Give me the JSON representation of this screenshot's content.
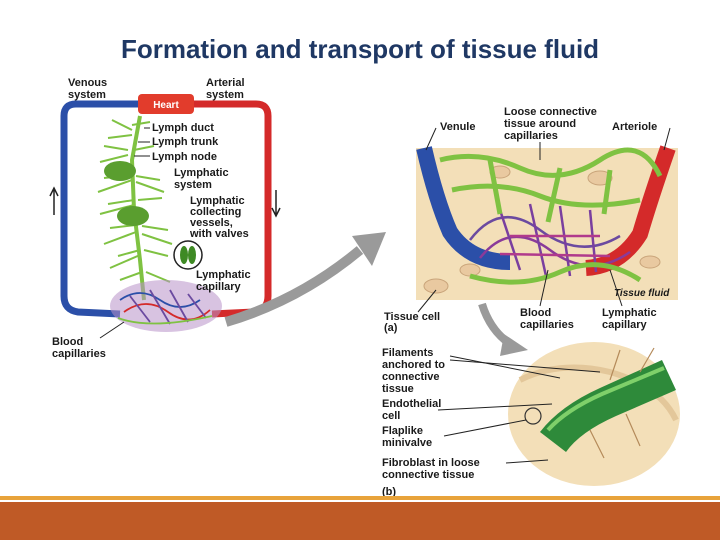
{
  "title": "Formation and transport of tissue fluid",
  "labels": {
    "venous_system": [
      "Venous",
      "system"
    ],
    "arterial_system": [
      "Arterial",
      "system"
    ],
    "heart": "Heart",
    "lymph_duct": "Lymph duct",
    "lymph_trunk": "Lymph trunk",
    "lymph_node": "Lymph node",
    "lymphatic_system": [
      "Lymphatic",
      "system"
    ],
    "lymphatic_collecting": [
      "Lymphatic",
      "collecting",
      "vessels,",
      "with valves"
    ],
    "lymphatic_capillary_left": [
      "Lymphatic",
      "capillary"
    ],
    "blood_capillaries_left": [
      "Blood",
      "capillaries"
    ],
    "loose_connective": [
      "Loose connective",
      "tissue around",
      "capillaries"
    ],
    "venule": "Venule",
    "arteriole": "Arteriole",
    "tissue_fluid": "Tissue fluid",
    "tissue_cell": "Tissue cell",
    "panel_a": "(a)",
    "blood_capillaries_right": [
      "Blood",
      "capillaries"
    ],
    "lymphatic_capillary_right": [
      "Lymphatic",
      "capillary"
    ],
    "filaments": [
      "Filaments",
      "anchored to",
      "connective",
      "tissue"
    ],
    "endothelial": [
      "Endothelial",
      "cell"
    ],
    "flaplike": [
      "Flaplike",
      "minivalve"
    ],
    "fibroblast": [
      "Fibroblast in loose",
      "connective tissue"
    ],
    "panel_b": "(b)"
  },
  "colors": {
    "title": "#1f3864",
    "venous": "#2b4fa8",
    "arterial": "#d42a2a",
    "lymph": "#7fc242",
    "heart": "#e23c2c",
    "tissue": "#f3dfb8",
    "footer": "#bf5a26",
    "footer_line": "#e8a33a"
  }
}
